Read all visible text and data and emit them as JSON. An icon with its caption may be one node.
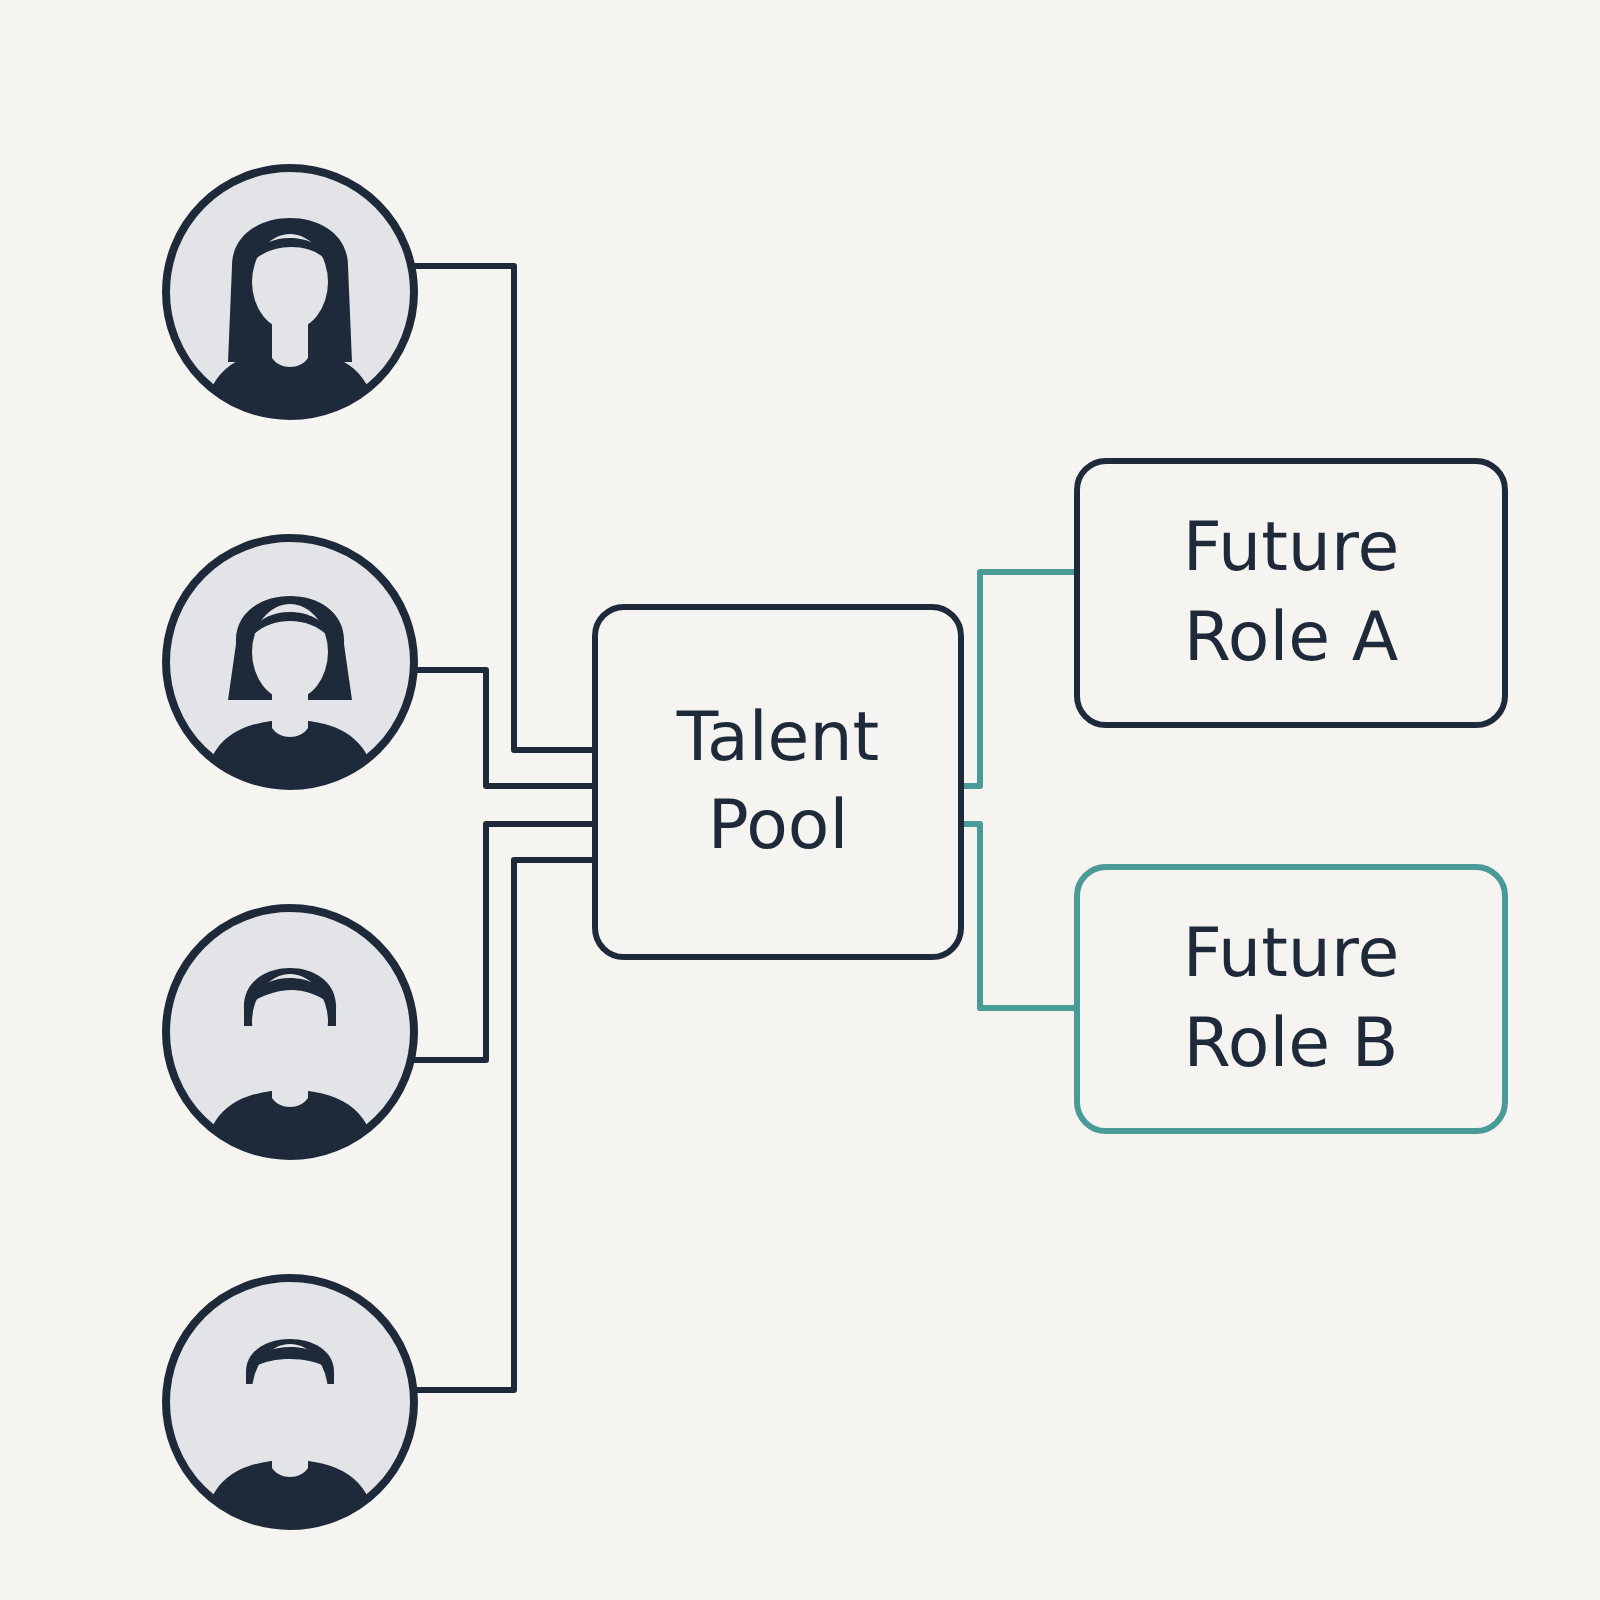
{
  "diagram": {
    "nodes": [
      {
        "text": [],
        "shape": "person"
      },
      {
        "text": [],
        "shape": "person"
      },
      {
        "text": [],
        "shape": "person"
      },
      {
        "text": [],
        "shape": "person"
      },
      {
        "text": [
          "Talent Pool"
        ]
      },
      {
        "text": [
          "Future Role A"
        ]
      },
      {
        "text": [
          "Future Role B"
        ]
      }
    ],
    "edges": [
      {
        "from": 0,
        "to": 4,
        "arrow": "none"
      },
      {
        "from": 1,
        "to": 4,
        "arrow": "none"
      },
      {
        "from": 2,
        "to": 4,
        "arrow": "none"
      },
      {
        "from": 3,
        "to": 4,
        "arrow": "none"
      },
      {
        "from": 4,
        "to": 5,
        "arrow": "none",
        "color": "#4a9a98"
      },
      {
        "from": 4,
        "to": 6,
        "arrow": "none",
        "color": "#4a9a98"
      }
    ]
  }
}
